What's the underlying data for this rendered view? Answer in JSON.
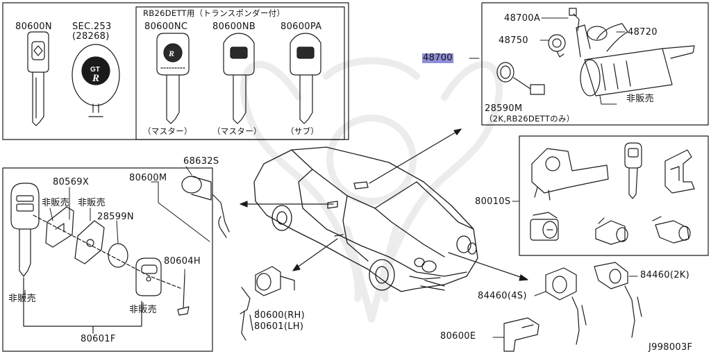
{
  "diagram_id": "J998003F",
  "highlight_color": "#8e8ed8",
  "labels": {
    "p80600N": "80600N",
    "sec253": "SEC.253",
    "p28268": "(28268)",
    "topbox_title": "RB26DETT用（トランスポンダー付）",
    "p80600NC": "80600NC",
    "p80600NB": "80600NB",
    "p80600PA": "80600PA",
    "master1": "（マスター）",
    "master2": "（マスター）",
    "sub": "（サブ）",
    "p48700A": "48700A",
    "p48750": "48750",
    "p48720": "48720",
    "p48700": "48700",
    "notsold_1": "非販売",
    "p28590M": "28590M",
    "note_28590M": "（2K,RB26DETTのみ）",
    "p68632S": "68632S",
    "p80569X": "80569X",
    "p80600M": "80600M",
    "notsold_2": "非販売",
    "notsold_3": "非販売",
    "p28599N": "28599N",
    "p80604H": "80604H",
    "notsold_4": "非販売",
    "notsold_5": "非販売",
    "p80601F": "80601F",
    "p80600RH": "80600(RH)",
    "p80601LH": "80601(LH)",
    "p80010S": "80010S",
    "p84460_4S": "84460(4S)",
    "p84460_2K": "84460(2K)",
    "p80600E": "80600E"
  }
}
